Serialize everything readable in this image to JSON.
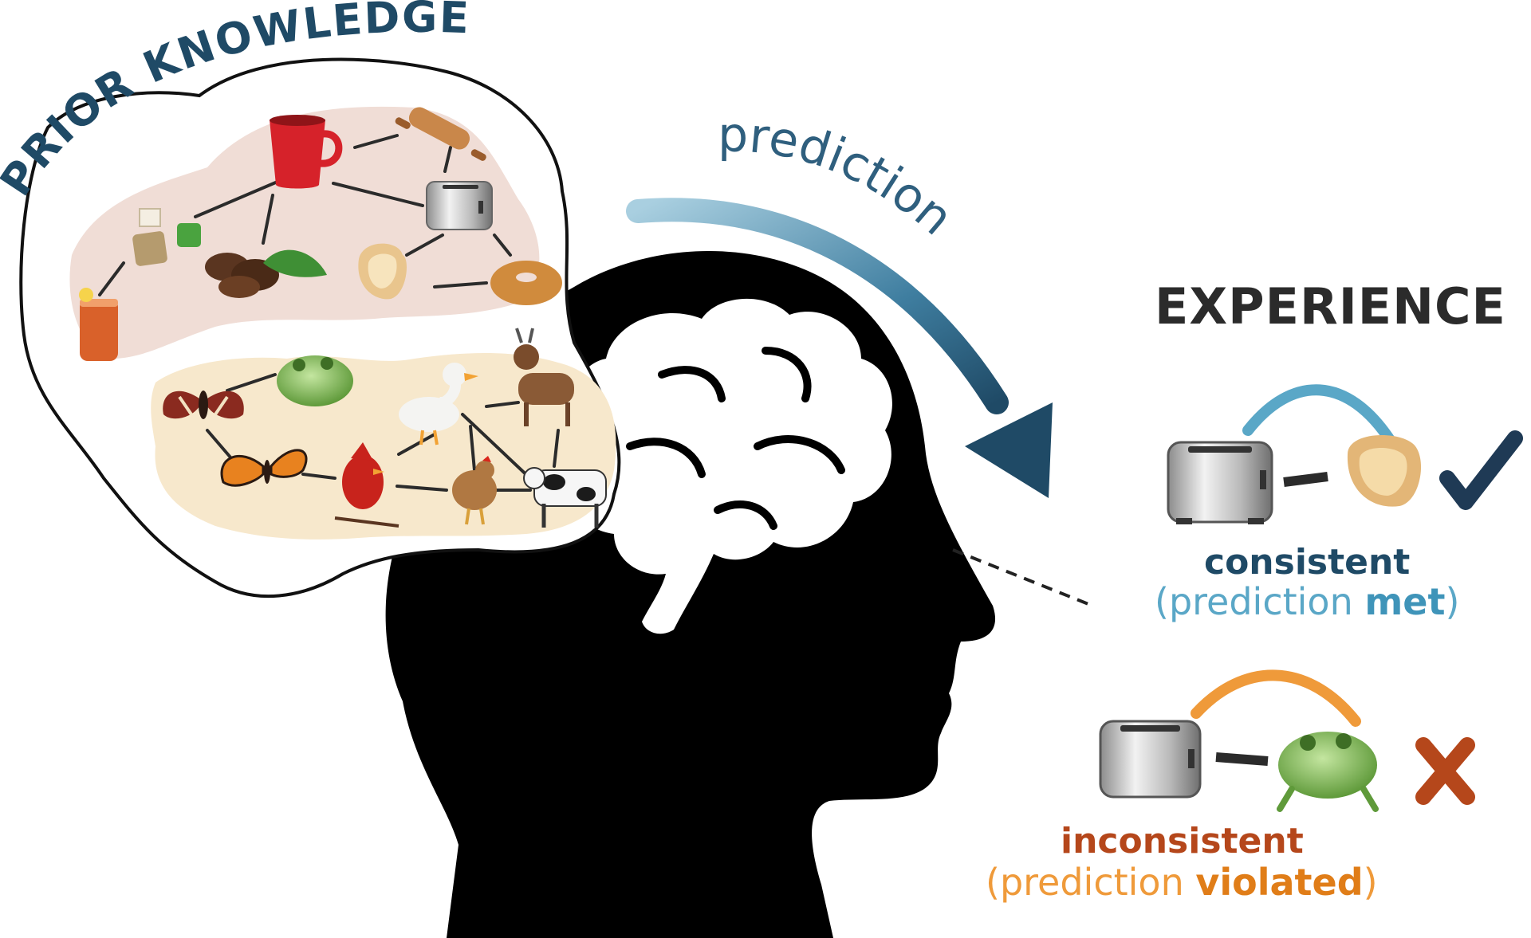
{
  "labels": {
    "prior_knowledge": "PRIOR KNOWLEDGE",
    "prediction": "prediction",
    "experience": "EXPERIENCE"
  },
  "consistent": {
    "word": "consistent",
    "note_open": "(prediction ",
    "note_bold": "met",
    "note_close": ")"
  },
  "inconsistent": {
    "word": "inconsistent",
    "note_open": "(prediction ",
    "note_bold": "violated",
    "note_close": ")"
  },
  "icons": {
    "kitchen_cluster": [
      "mug-icon",
      "rolling-pin-icon",
      "tea-bag-icon",
      "toaster-icon",
      "coffee-beans-icon",
      "bread-slice-icon",
      "bagel-icon",
      "iced-tea-jar-icon"
    ],
    "animal_cluster": [
      "moth-icon",
      "frog-icon",
      "duck-icon",
      "goat-icon",
      "butterfly-icon",
      "cardinal-icon",
      "chicken-icon",
      "cow-icon"
    ],
    "consistent_pair": [
      "toaster-icon",
      "bread-slice-icon",
      "check-icon"
    ],
    "inconsistent_pair": [
      "toaster-icon",
      "frog-icon",
      "cross-icon"
    ]
  },
  "colors": {
    "title_blue": "#1f4a66",
    "consistent_blue": "#5aa7c7",
    "inconsistent_orange": "#ef9a3a",
    "inconsistent_red": "#b5471b",
    "kitchen_cluster_fill": "#f0ddd6",
    "animal_cluster_fill": "#f7e8cc",
    "head": "#000000"
  }
}
